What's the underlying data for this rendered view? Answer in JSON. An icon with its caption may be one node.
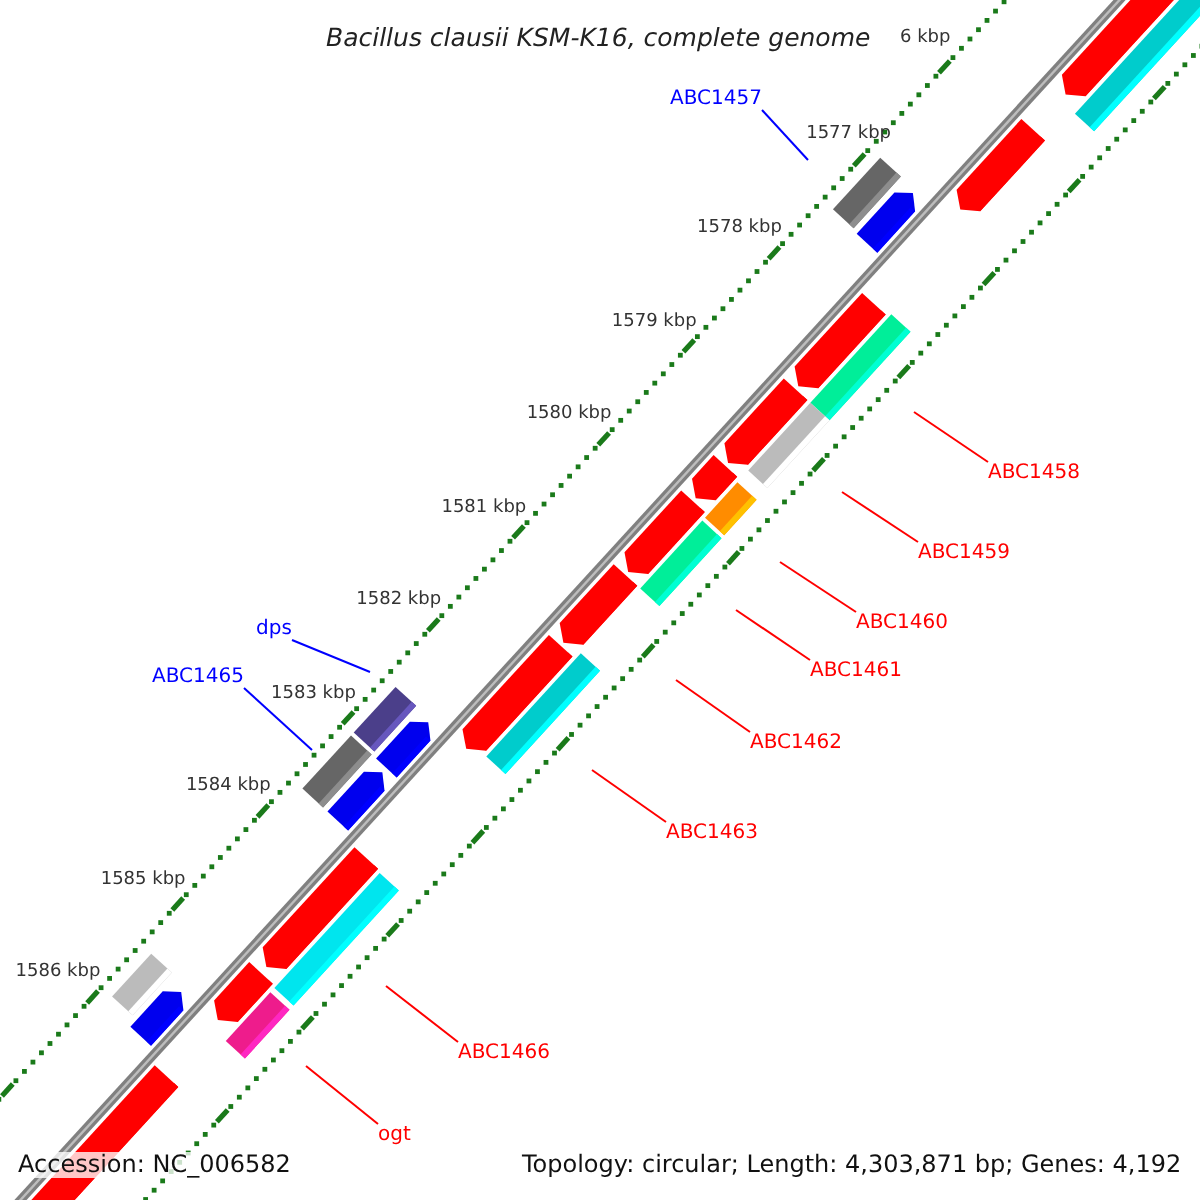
{
  "diagram": {
    "title": "Bacillus clausii KSM-K16, complete genome",
    "nodes": [
      {
        "text": [
          "ABC1457"
        ]
      },
      {
        "text": [
          "ABC1458"
        ]
      },
      {
        "text": [
          "ABC1459"
        ]
      },
      {
        "text": [
          "ABC1460"
        ]
      },
      {
        "text": [
          "dps"
        ]
      },
      {
        "text": [
          "ABC1461"
        ]
      },
      {
        "text": [
          "ABC1465"
        ]
      },
      {
        "text": [
          "ABC1462"
        ]
      },
      {
        "text": [
          "ABC1463"
        ]
      },
      {
        "text": [
          "ABC1466"
        ]
      },
      {
        "text": [
          "ogt"
        ]
      }
    ],
    "edges": [
      {
        "from": 0,
        "to": null,
        "arrow": "none",
        "color": "#0000ff"
      },
      {
        "from": 1,
        "to": null,
        "arrow": "none"
      },
      {
        "from": 2,
        "to": null,
        "arrow": "none"
      },
      {
        "from": 3,
        "to": null,
        "arrow": "none"
      },
      {
        "from": 4,
        "to": null,
        "arrow": "none",
        "color": "#0000ff"
      },
      {
        "from": 5,
        "to": null,
        "arrow": "none"
      },
      {
        "from": 6,
        "to": null,
        "arrow": "none",
        "color": "#0000ff"
      },
      {
        "from": 7,
        "to": null,
        "arrow": "none"
      },
      {
        "from": 8,
        "to": null,
        "arrow": "none"
      },
      {
        "from": 9,
        "to": null,
        "arrow": "none"
      },
      {
        "from": 10,
        "to": null,
        "arrow": "none"
      }
    ],
    "labels": [
      "6 kbp",
      "1577 kbp",
      "1578 kbp",
      "1579 kbp",
      "1580 kbp",
      "1581 kbp",
      "1582 kbp",
      "1583 kbp",
      "1584 kbp",
      "1585 kbp",
      "1586 kbp",
      "Accession: NC_006582",
      "Topology: circular; Length: 4,303,871 bp; Genes: 4,192"
    ]
  }
}
